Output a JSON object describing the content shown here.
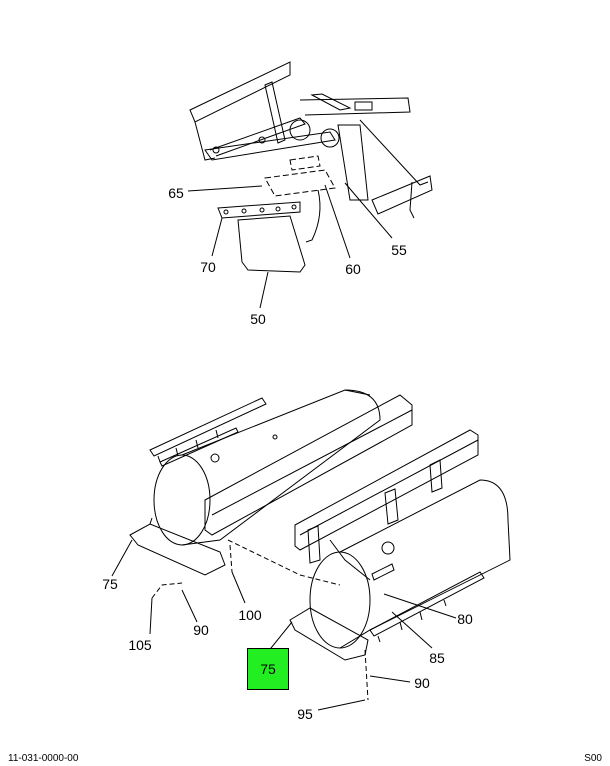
{
  "callouts": {
    "c65": "65",
    "c70": "70",
    "c50": "50",
    "c60": "60",
    "c55": "55",
    "c75a": "75",
    "c105": "105",
    "c90a": "90",
    "c100": "100",
    "c75b": "75",
    "c80": "80",
    "c85": "85",
    "c90b": "90",
    "c95": "95"
  },
  "highlight_color": "#22ee22",
  "footer": {
    "left": "11-031-0000-00",
    "right": "S00"
  }
}
